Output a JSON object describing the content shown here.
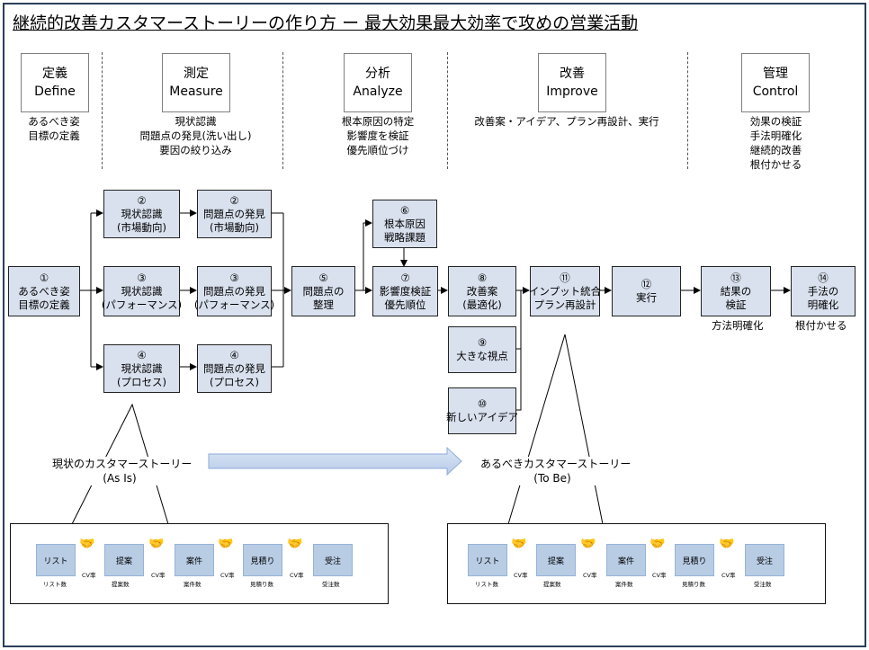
{
  "title": "継続的改善カスタマーストーリーの作り方 ー 最大効果最大効率で攻めの営業活動",
  "phases": [
    {
      "jp": "定義",
      "en": "Define",
      "desc": [
        "あるべき姿",
        "目標の定義"
      ]
    },
    {
      "jp": "測定",
      "en": "Measure",
      "desc": [
        "現状認識",
        "問題点の発見(洗い出し)",
        "要因の絞り込み"
      ]
    },
    {
      "jp": "分析",
      "en": "Analyze",
      "desc": [
        "根本原因の特定",
        "影響度を検証",
        "優先順位づけ"
      ]
    },
    {
      "jp": "改善",
      "en": "Improve",
      "desc": [
        "改善案・アイデア、プラン再設計、実行"
      ]
    },
    {
      "jp": "管理",
      "en": "Control",
      "desc": [
        "効果の検証",
        "手法明確化",
        "継続的改善",
        "根付かせる"
      ]
    }
  ],
  "steps": {
    "s1": [
      "①",
      "あるべき姿",
      "目標の定義"
    ],
    "s2a": [
      "②",
      "現状認識",
      "(市場動向)"
    ],
    "s2b": [
      "②",
      "問題点の発見",
      "(市場動向)"
    ],
    "s3a": [
      "③",
      "現状認識",
      "(パフォーマンス)"
    ],
    "s3b": [
      "③",
      "問題点の発見",
      "(パフォーマンス)"
    ],
    "s4a": [
      "④",
      "現状認識",
      "(プロセス)"
    ],
    "s4b": [
      "④",
      "問題点の発見",
      "(プロセス)"
    ],
    "s5": [
      "⑤",
      "問題点の",
      "整理"
    ],
    "s6": [
      "⑥",
      "根本原因",
      "戦略課題"
    ],
    "s7": [
      "⑦",
      "影響度検証",
      "優先順位"
    ],
    "s8": [
      "⑧",
      "改善案",
      "(最適化)"
    ],
    "s9": [
      "⑨",
      "大きな視点"
    ],
    "s10": [
      "⑩",
      "新しいアイデア"
    ],
    "s11": [
      "⑪",
      "インプット統合",
      "プラン再設計"
    ],
    "s12": [
      "⑫",
      "実行"
    ],
    "s13": [
      "⑬",
      "結果の",
      "検証"
    ],
    "s14": [
      "⑭",
      "手法の",
      "明確化"
    ]
  },
  "below_labels": {
    "s13": "方法明確化",
    "s14": "根付かせる"
  },
  "asis": {
    "title": "現状のカスタマーストーリー",
    "sub": "(As Is)"
  },
  "tobe": {
    "title": "あるべきカスタマーストーリー",
    "sub": "(To Be)"
  },
  "funnel": {
    "stages": [
      "リスト",
      "提案",
      "案件",
      "見積り",
      "受注"
    ],
    "sublabels": [
      "リスト数",
      "提案数",
      "案件数",
      "見積り数",
      "受注数"
    ],
    "conversion": "CV率"
  },
  "colors": {
    "box_fill": "#d9e1ee",
    "frame": "#2b3d5a",
    "stage_fill": "#b8cce4",
    "arrow_fill": "#c6d9f1"
  }
}
